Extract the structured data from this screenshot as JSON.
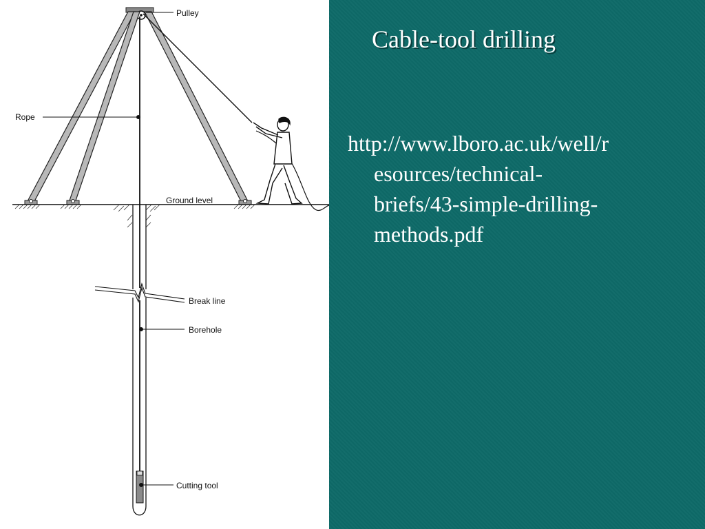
{
  "slide": {
    "title": "Cable-tool drilling",
    "url_lines": [
      "http://www.lboro.ac.uk/well/r",
      "esources/technical-",
      "briefs/43-simple-drilling-",
      "methods.pdf"
    ]
  },
  "diagram": {
    "labels": {
      "pulley": "Pulley",
      "rope": "Rope",
      "ground_level": "Ground level",
      "break_line": "Break line",
      "borehole": "Borehole",
      "cutting_tool": "Cutting tool"
    }
  },
  "colors": {
    "background": "#0e6a68",
    "text": "#ffffff",
    "panel": "#ffffff"
  }
}
